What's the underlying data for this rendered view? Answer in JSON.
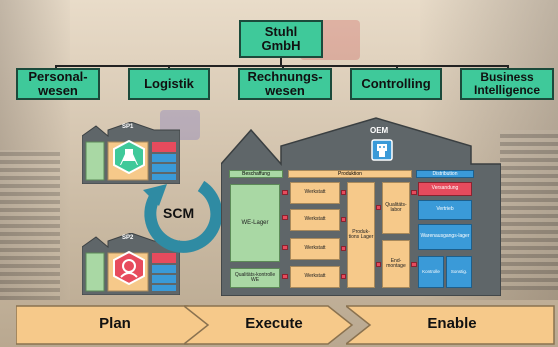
{
  "org_chart": {
    "root": "Stuhl GmbH",
    "children": [
      "Personal-wesen",
      "Logistik",
      "Rechnungs-wesen",
      "Controlling",
      "Business Intelligence"
    ]
  },
  "sp1": {
    "label": "SP1"
  },
  "sp2": {
    "label": "SP2"
  },
  "scm": {
    "label": "SCM"
  },
  "oem": {
    "label": "OEM",
    "sections": {
      "beschaffung": "Beschaffung",
      "produktion": "Produktion",
      "distribution": "Distribution"
    },
    "cells": {
      "we_lager": "WE-Lager",
      "qualitaetskontrolle_we": "Qualitäts-kontrolle WE",
      "werkstatt": "Werkstatt",
      "produktionslager": "Produk-tions Lager",
      "qualitaetslabor": "Qualitäts-labor",
      "endmontage": "End-montage",
      "versandung": "Versandung",
      "vertrieb": "Vertrieb",
      "warenausgangslager": "Warenausgangs-lager",
      "kontrolle": "Kontrolle",
      "sonstiges": "Sonstig."
    }
  },
  "phases": [
    "Plan",
    "Execute",
    "Enable"
  ],
  "colors": {
    "org_box": "#3fc99a",
    "phase_arrow": "#f6c98a",
    "scm_arrow": "#2f8ba3",
    "factory": "#5f6669",
    "tan_cell": "#f6c98a",
    "green_cell": "#a9d8a4",
    "blue_cell": "#3a9ad8",
    "red_cell": "#e74b5d"
  },
  "icons": [
    "flask-icon",
    "robot-icon",
    "worker-icon"
  ]
}
